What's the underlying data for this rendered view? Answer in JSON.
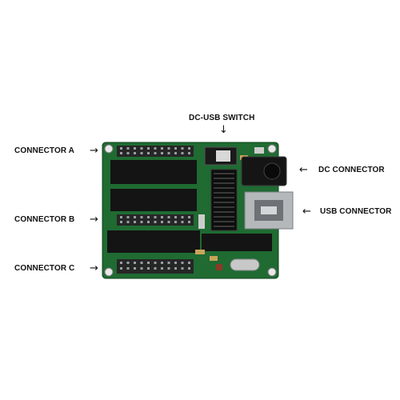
{
  "labels": {
    "connector_a": "CONNECTOR  A",
    "connector_b": "CONNECTOR  B",
    "connector_c": "CONNECTOR C",
    "dc_usb_switch": "DC-USB SWITCH",
    "dc_connector": "DC CONNECTOR",
    "usb_connector": "USB CONNECTOR"
  },
  "colors": {
    "pcb": "#1f6b32",
    "chip": "#141414",
    "pin": "#9aa0a4",
    "background": "#ffffff"
  },
  "icons": {
    "arrow_right": "←",
    "arrow_left": "←",
    "arrow_down": "↓"
  }
}
